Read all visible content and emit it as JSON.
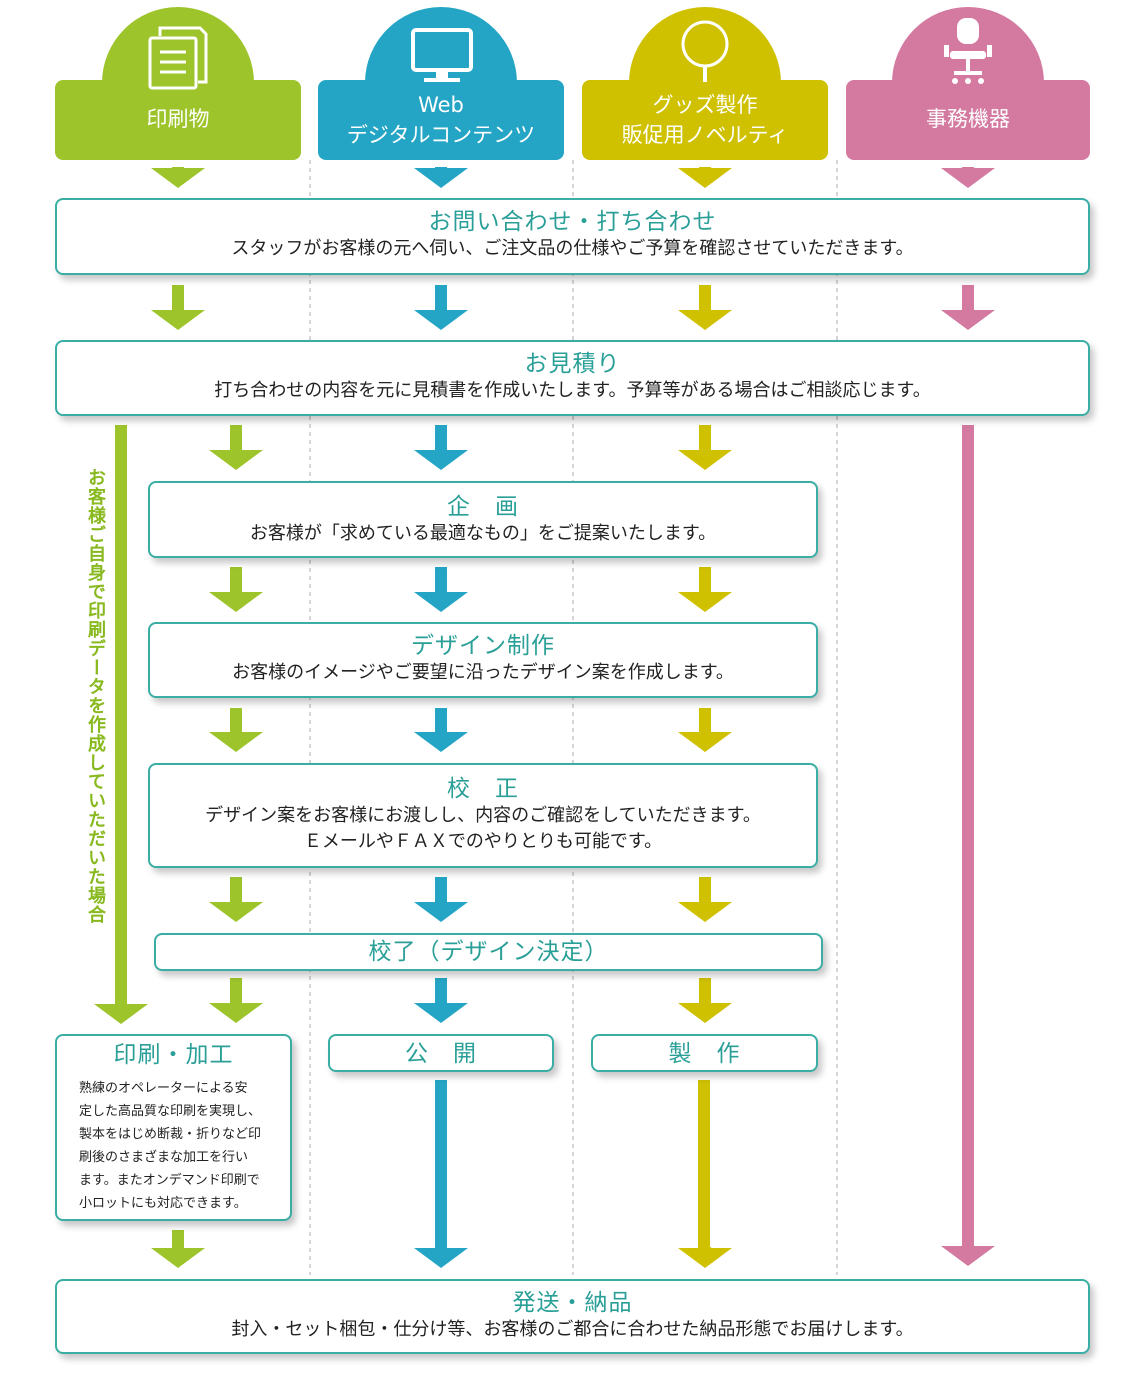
{
  "categories": [
    {
      "label": "印刷物",
      "icon": "document-icon",
      "color": "#9dc42a"
    },
    {
      "label": "Web\nデジタルコンテンツ",
      "icon": "monitor-icon",
      "color": "#25a5c5"
    },
    {
      "label": "グッズ製作\n販促用ノベルティ",
      "icon": "uchiwa-fan-icon",
      "color": "#cfc000"
    },
    {
      "label": "事務機器",
      "icon": "office-chair-icon",
      "color": "#d47aa0"
    }
  ],
  "steps": {
    "inquiry": {
      "title": "お問い合わせ・打ち合わせ",
      "desc": "スタッフがお客様の元へ伺い、ご注文品の仕様やご予算を確認させていただきます。"
    },
    "estimate": {
      "title": "お見積り",
      "desc": "打ち合わせの内容を元に見積書を作成いたします。予算等がある場合はご相談応じます。"
    },
    "planning": {
      "title": "企　画",
      "desc": "お客様が「求めている最適なもの」をご提案いたします。"
    },
    "design": {
      "title": "デザイン制作",
      "desc": "お客様のイメージやご要望に沿ったデザイン案を作成します。"
    },
    "proof": {
      "title": "校　正",
      "desc1": "デザイン案をお客様にお渡しし、内容のご確認をしていただきます。",
      "desc2": "ＥメールやＦＡＸでのやりとりも可能です。"
    },
    "proof_done": {
      "title": "校了（デザイン決定）"
    },
    "print": {
      "title": "印刷・加工",
      "desc": [
        "熟練のオペレーターによる安",
        "定した高品質な印刷を実現し、",
        "製本をはじめ断裁・折りなど印",
        "刷後のさまざまな加工を行い",
        "ます。またオンデマンド印刷で",
        "小ロットにも対応できます。"
      ]
    },
    "publish": {
      "title": "公　開"
    },
    "produce": {
      "title": "製　作"
    },
    "delivery": {
      "title": "発送・納品",
      "desc": "封入・セット梱包・仕分け等、お客様のご都合に合わせた納品形態でお届けします。"
    }
  },
  "side_note": "お客様ご自身で印刷データを作成していただいた場合",
  "colors": {
    "teal_border": "#3aaea4",
    "title_text": "#2a9f98",
    "green": "#9dc42a",
    "blue": "#25a5c5",
    "yellow": "#cfc000",
    "pink": "#d47aa0",
    "side_text": "#88b91e"
  }
}
